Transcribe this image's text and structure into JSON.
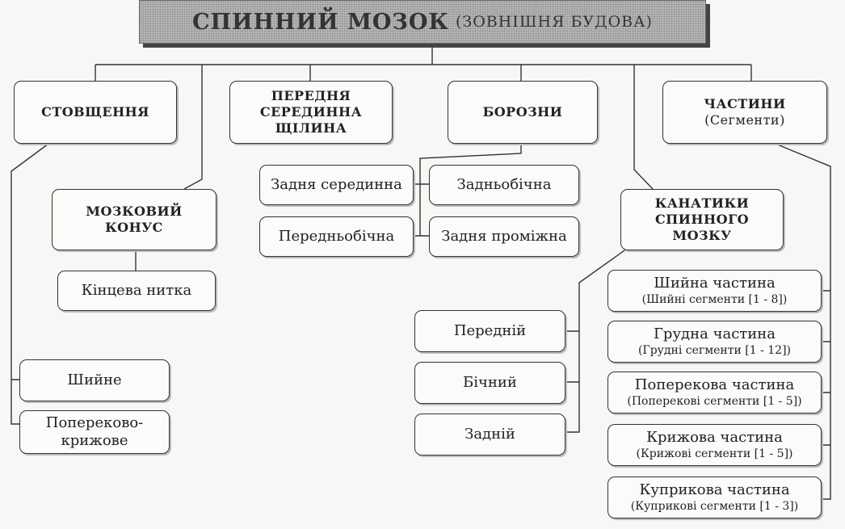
{
  "title": {
    "main": "СПИННИЙ МОЗОК",
    "sub": "(ЗОВНІШНЯ БУДОВА)"
  },
  "categories": {
    "thickenings": "СТОВЩЕННЯ",
    "anterior_fissure": "ПЕРЕДНЯ\nСЕРЕДИННА\nЩІЛИНА",
    "grooves": "БОРОЗНИ",
    "parts_title": "ЧАСТИНИ",
    "parts_subtitle": "(Сегменти)",
    "conus": "МОЗКОВИЙ\nКОНУС",
    "funiculi": "КАНАТИКИ\nСПИННОГО\nМОЗКУ"
  },
  "conus_items": [
    "Кінцева нитка"
  ],
  "thickening_items": [
    "Шийне",
    "Попереково-\nкрижове"
  ],
  "groove_items": [
    "Задня серединна",
    "Задньобічна",
    "Передньобічна",
    "Задня проміжна"
  ],
  "funiculi_items": [
    "Передній",
    "Бічний",
    "Задній"
  ],
  "parts_items": [
    {
      "name": "Шийна частина",
      "segments": "(Шийні сегменти [1 - 8])"
    },
    {
      "name": "Грудна частина",
      "segments": "(Грудні сегменти [1 - 12])"
    },
    {
      "name": "Поперекова частина",
      "segments": "(Поперекові сегменти [1 - 5])"
    },
    {
      "name": "Крижова частина",
      "segments": "(Крижові сегменти [1 - 5])"
    },
    {
      "name": "Куприкова частина",
      "segments": "(Куприкові сегменти [1 - 3])"
    }
  ]
}
